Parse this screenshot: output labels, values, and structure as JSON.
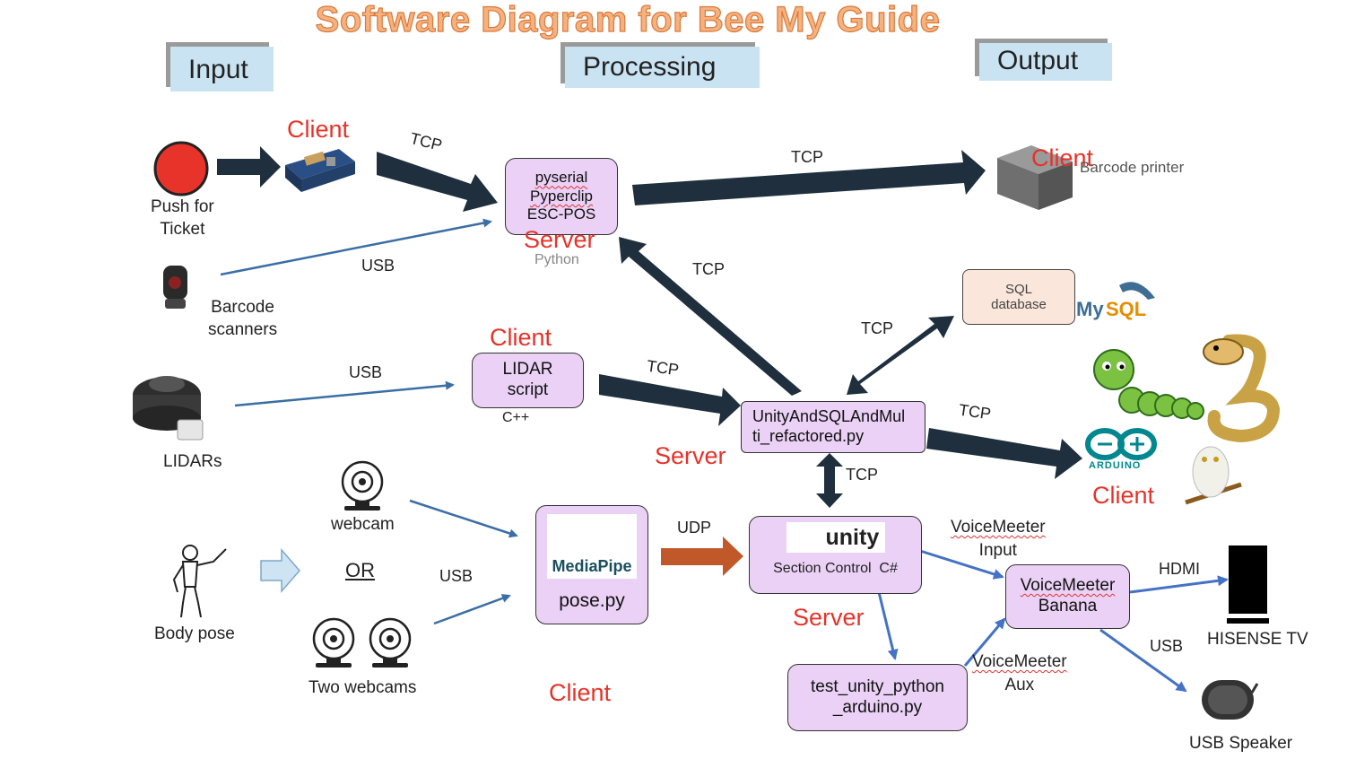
{
  "title": "Software Diagram for Bee My Guide",
  "sections": {
    "input": "Input",
    "processing": "Processing",
    "output": "Output"
  },
  "inputs": {
    "push_ticket": [
      "Push for",
      "Ticket"
    ],
    "barcode_scanners": [
      "Barcode",
      "scanners"
    ],
    "lidars": "LIDARs",
    "webcam": "webcam",
    "or": "OR",
    "two_webcams": "Two webcams",
    "body_pose": "Body pose"
  },
  "boxes": {
    "printer_server": [
      "pyserial",
      "Pyperclip",
      "ESC-POS"
    ],
    "python_label": "Python",
    "lidar_script": [
      "LIDAR",
      "script"
    ],
    "cpp_label": "C++",
    "unity_sql": [
      "UnityAndSQLAndMul",
      "ti_refactored.py"
    ],
    "sql": [
      "SQL",
      "database"
    ],
    "mediapipe": "MediaPipe",
    "pose_py": "pose.py",
    "unity_logo": "unity",
    "section_control": "Section Control  C#",
    "test_unity": [
      "test_unity_python",
      "_arduino.py"
    ],
    "voicemeeter_banana": [
      "VoiceMeeter",
      "Banana"
    ]
  },
  "roles": {
    "client": "Client",
    "server": "Server"
  },
  "protocols": {
    "tcp": "TCP",
    "usb": "USB",
    "udp": "UDP",
    "hdmi": "HDMI"
  },
  "outputs": {
    "barcode_printer": "Barcode printer",
    "mysql": "MySQL",
    "arduino": "ARDUINO",
    "voicemeeter_input": [
      "VoiceMeeter",
      "Input"
    ],
    "voicemeeter_aux": [
      "VoiceMeeter",
      "Aux"
    ],
    "hisense_tv": "HISENSE TV",
    "usb_speaker": "USB Speaker"
  },
  "colors": {
    "thick_arrow": "#1f2f3d",
    "thin_arrow": "#3a6ea5",
    "blue_arrow": "#4472c4",
    "udp_arrow": "#c0582a",
    "box_fill": "#ead1f5",
    "client_server_text": "#e6332a",
    "title": "#f6b27e"
  }
}
